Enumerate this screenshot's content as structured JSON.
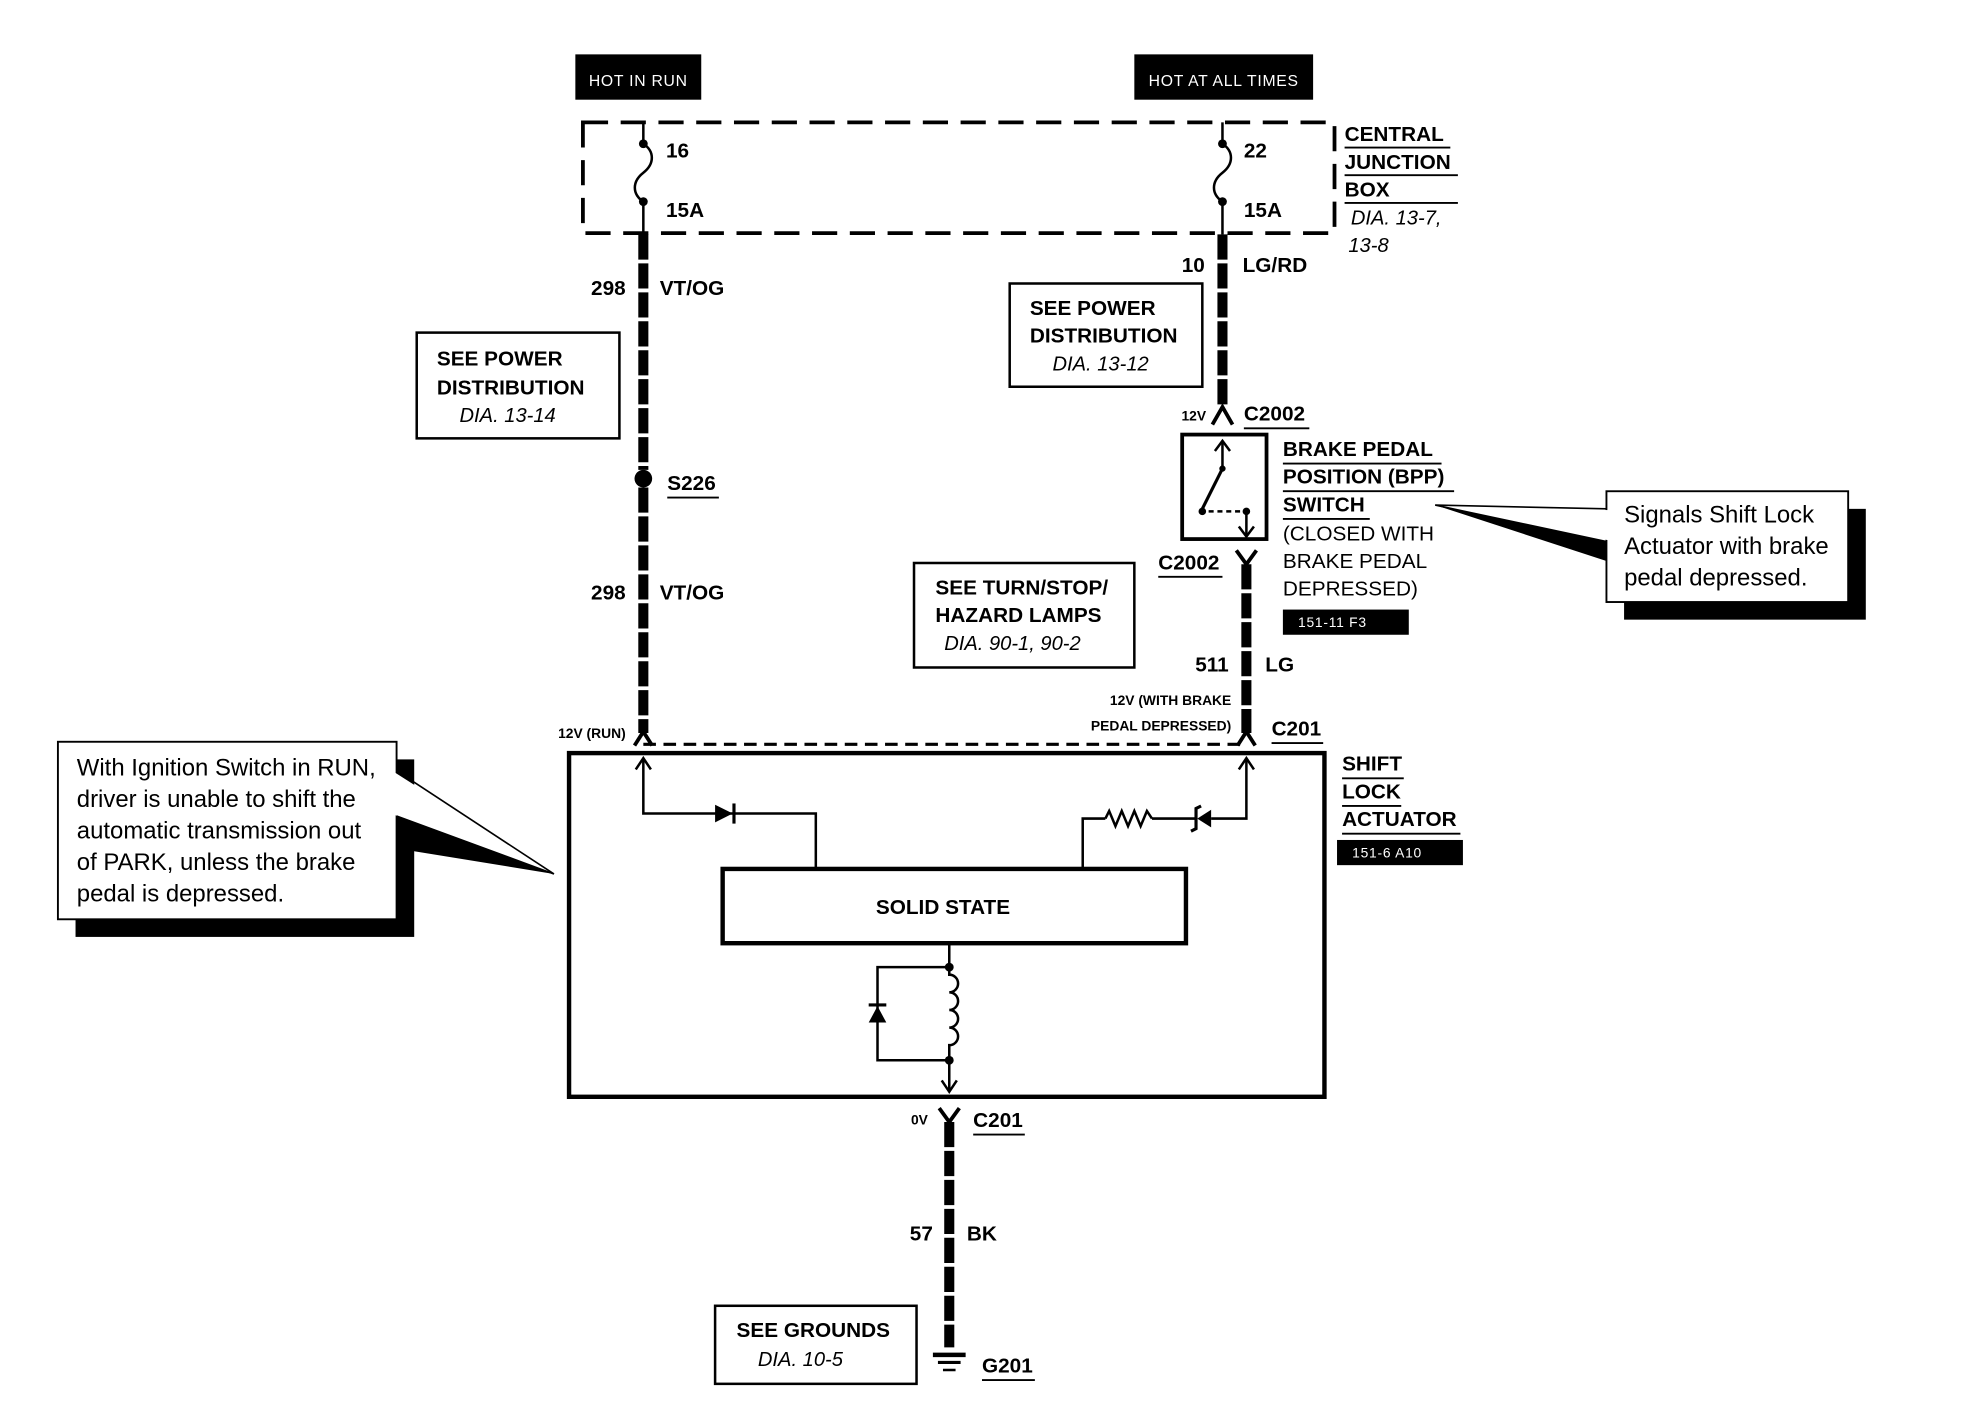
{
  "power_sources": {
    "hot_in_run": "HOT IN RUN",
    "hot_at_all_times": "HOT AT ALL TIMES"
  },
  "central_junction_box": {
    "name_lines": [
      "CENTRAL",
      "JUNCTION",
      "BOX"
    ],
    "diagram_ref_lines": [
      "DIA. 13-7,",
      "13-8"
    ],
    "fuse_16": {
      "number": "16",
      "rating": "15A"
    },
    "fuse_22": {
      "number": "22",
      "rating": "15A"
    }
  },
  "wires": {
    "circuit_298_upper": {
      "circuit": "298",
      "wire_color": "VT/OG"
    },
    "circuit_298_lower": {
      "circuit": "298",
      "wire_color": "VT/OG"
    },
    "circuit_10": {
      "circuit": "10",
      "wire_color": "LG/RD"
    },
    "circuit_511": {
      "circuit": "511",
      "wire_color": "LG"
    },
    "circuit_57": {
      "circuit": "57",
      "wire_color": "BK"
    }
  },
  "splice": {
    "id": "S226"
  },
  "voltages": {
    "run": "12V (RUN)",
    "c2002": "12V",
    "brake_lines": [
      "12V (WITH BRAKE",
      "PEDAL DEPRESSED)"
    ],
    "ground": "0V"
  },
  "connectors": {
    "c2002_upper": "C2002",
    "c2002_lower": "C2002",
    "c201_right": "C201",
    "c201_bottom": "C201",
    "g201": "G201"
  },
  "reference_boxes": {
    "power_distribution_left": {
      "lines": [
        "SEE POWER",
        "DISTRIBUTION"
      ],
      "ref": "DIA. 13-14"
    },
    "power_distribution_right": {
      "lines": [
        "SEE POWER",
        "DISTRIBUTION"
      ],
      "ref": "DIA. 13-12"
    },
    "turn_stop_hazard": {
      "lines": [
        "SEE TURN/STOP/",
        "HAZARD LAMPS"
      ],
      "ref": "DIA. 90-1, 90-2"
    },
    "grounds": {
      "lines": [
        "SEE GROUNDS"
      ],
      "ref": "DIA. 10-5"
    }
  },
  "bpp_switch": {
    "name_lines": [
      "BRAKE PEDAL",
      "POSITION (BPP)",
      "SWITCH"
    ],
    "condition_lines": [
      "(CLOSED WITH",
      "BRAKE PEDAL",
      "DEPRESSED)"
    ],
    "location_code": "151-11 F3"
  },
  "shift_lock_actuator": {
    "name_lines": [
      "SHIFT",
      "LOCK",
      "ACTUATOR"
    ],
    "location_code": "151-6 A10",
    "module": "SOLID STATE"
  },
  "callouts": {
    "ignition": [
      "With Ignition Switch in RUN,",
      "driver is unable to shift the",
      "automatic transmission out",
      "of PARK, unless the brake",
      "pedal is depressed."
    ],
    "bpp_signal": [
      "Signals Shift Lock",
      "Actuator with brake",
      "pedal depressed."
    ]
  }
}
